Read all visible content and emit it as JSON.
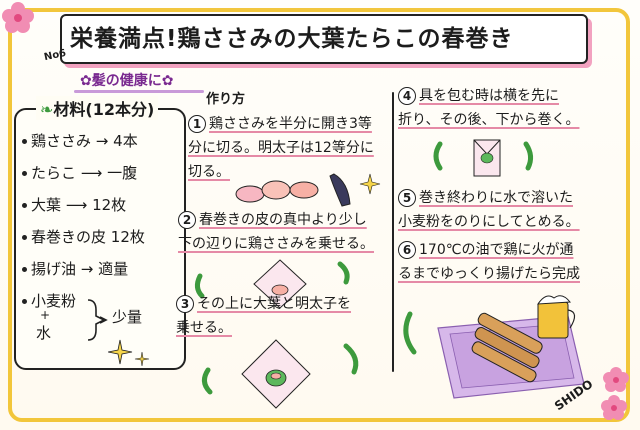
{
  "card": {
    "number": "No6",
    "title": "栄養満点!鶏ささみの大葉たらこの春巻き",
    "subtitle": "髪の健康に",
    "signature": "SHIDO"
  },
  "ingredients": {
    "heading": "材料(12本分)",
    "items": [
      {
        "name": "鶏ささみ",
        "arrow": "→",
        "amount": "4本"
      },
      {
        "name": "たらこ",
        "arrow": "⟶",
        "amount": "一腹"
      },
      {
        "name": "大葉",
        "arrow": "⟶",
        "amount": "12枚"
      },
      {
        "name": "春巻きの皮",
        "arrow": "",
        "amount": "12枚"
      },
      {
        "name": "揚げ油",
        "arrow": "→",
        "amount": "適量"
      }
    ],
    "group": {
      "item1": "小麦粉",
      "plus": "+",
      "item2": "水",
      "amount": "少量"
    }
  },
  "steps_heading": "作り方",
  "steps": [
    {
      "num": "1",
      "line1": "鶏ささみを半分に開き3等",
      "line2": "分に切る。明太子は12等分に",
      "line3": "切る。"
    },
    {
      "num": "2",
      "line1": "春巻きの皮の真中より少し",
      "line2": "下の辺りに鶏ささみを乗せる。"
    },
    {
      "num": "3",
      "line1": "その上に大葉と明太子を",
      "line2": "乗せる。"
    },
    {
      "num": "4",
      "line1": "具を包む時は横を先に",
      "line2": "折り、その後、下から巻く。"
    },
    {
      "num": "5",
      "line1": "巻き終わりに水で溶いた",
      "line2": "小麦粉をのりにしてとめる。"
    },
    {
      "num": "6",
      "line1": "170℃の油で鶏に火が通",
      "line2": "るまでゆっくり揚げたら完成"
    }
  ],
  "colors": {
    "frame": "#f2c63b",
    "accent_pink": "#f2a2c0",
    "leaf_green": "#3d9a3d",
    "plate": "#c8a2e0",
    "beer": "#f2c23a"
  }
}
